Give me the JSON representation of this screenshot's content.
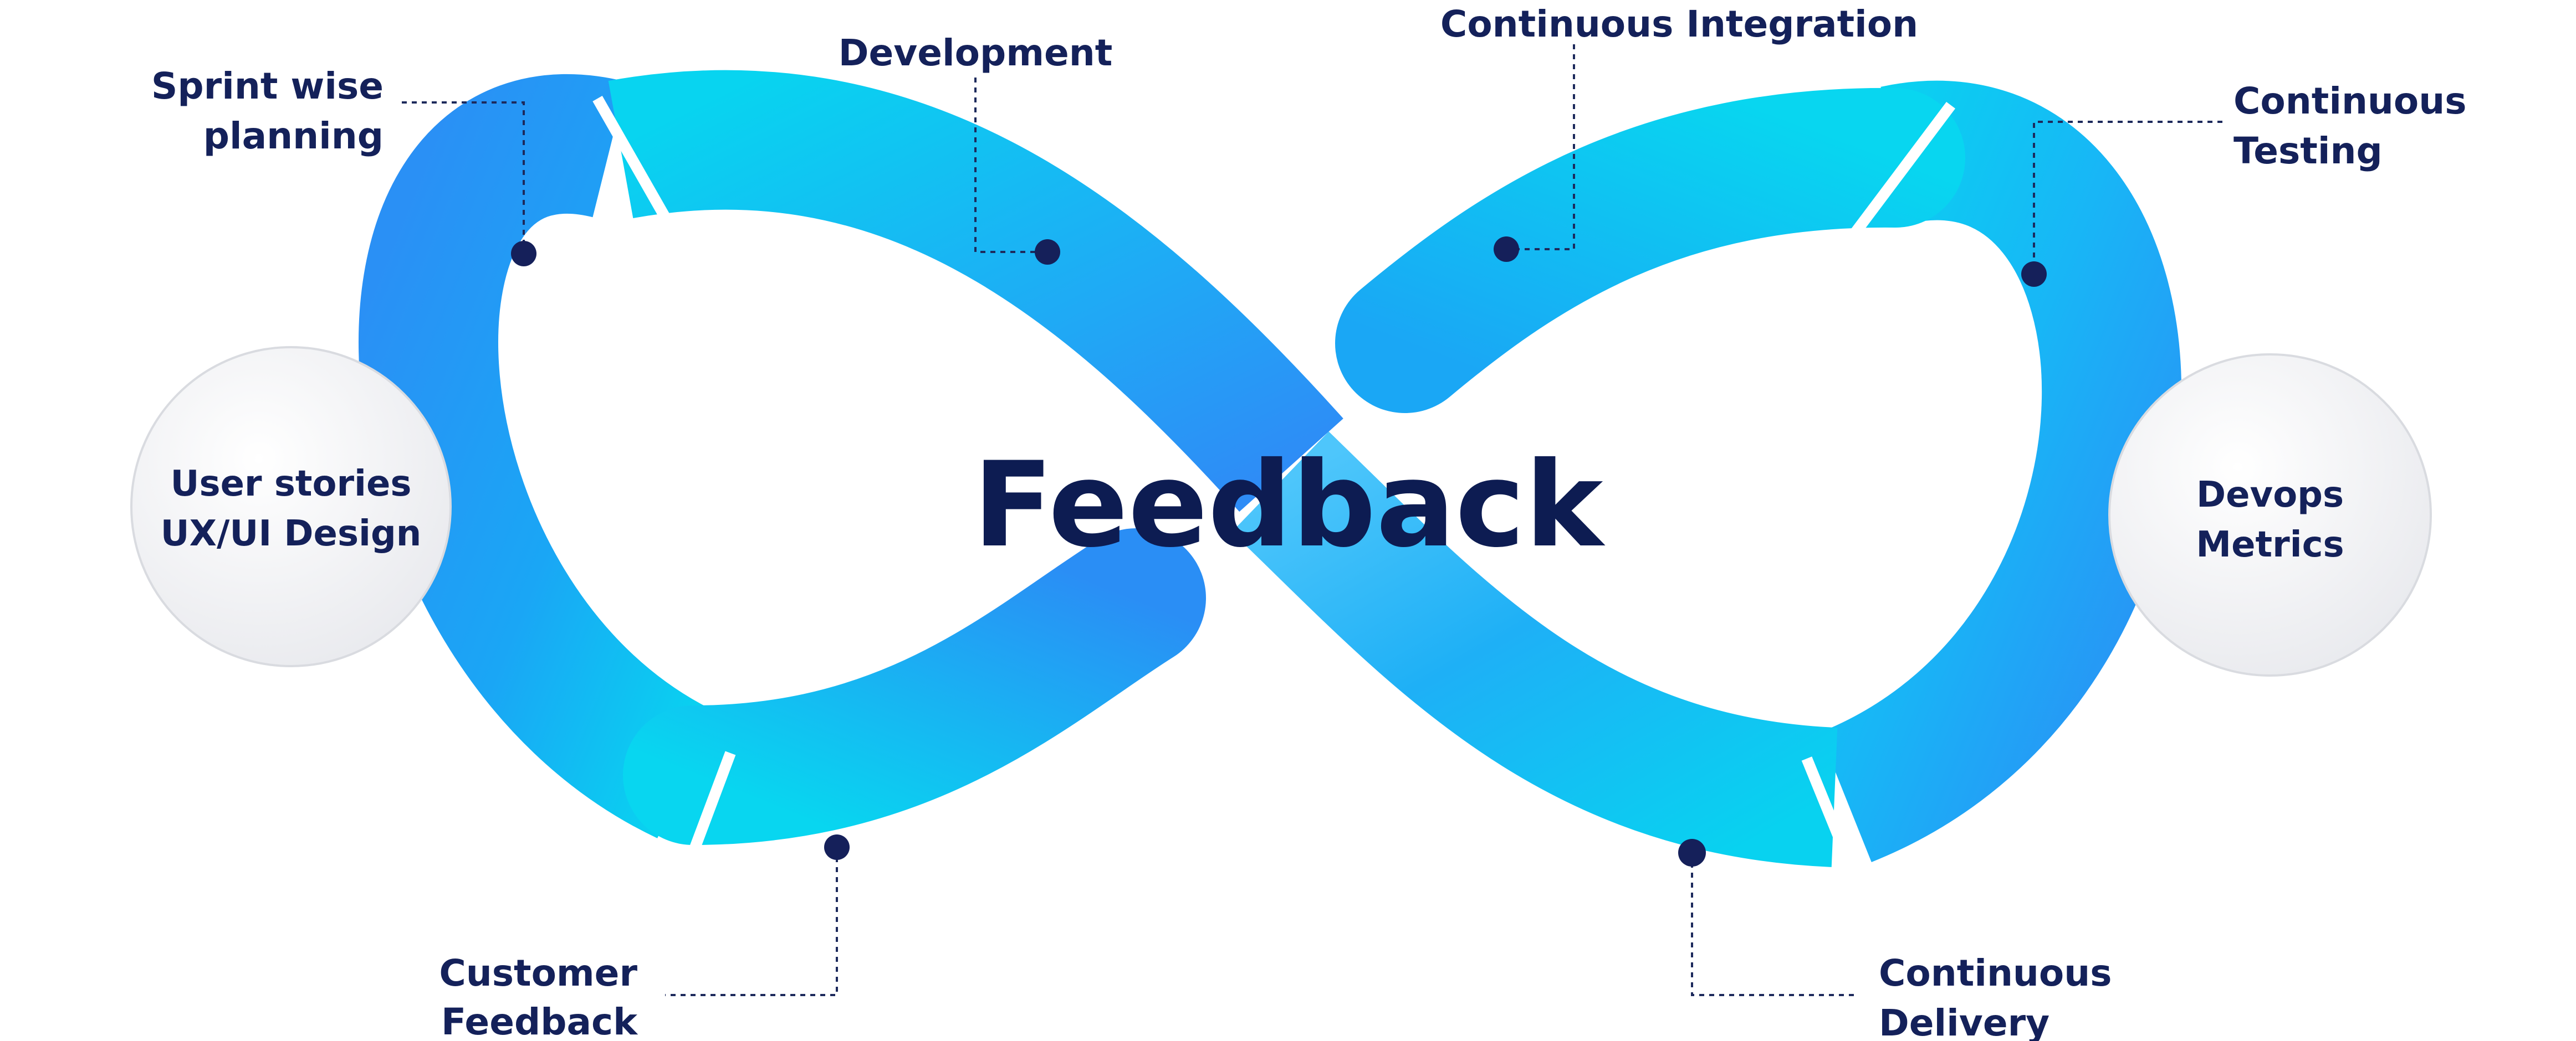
{
  "center_title": "Feedback",
  "stages": {
    "sprint_planning": [
      "Sprint wise",
      "planning"
    ],
    "development": [
      "Development"
    ],
    "continuous_integration": [
      "Continuous Integration"
    ],
    "continuous_testing": [
      "Continuous",
      "Testing"
    ],
    "continuous_delivery": [
      "Continuous",
      "Delivery"
    ],
    "customer_feedback": [
      "Customer",
      "Feedback"
    ]
  },
  "ends": {
    "left": [
      "User stories",
      "UX/UI Design"
    ],
    "right": [
      "Devops",
      "Metrics"
    ]
  },
  "colors": {
    "band_light": "#08d4f0",
    "band_mid": "#19b4f6",
    "band_deep": "#2a90f5",
    "label_text": "#14215a",
    "title_text": "#0d1c52",
    "dot": "#15205a",
    "end_circle_fill": "#f2f3f5",
    "end_circle_border": "#d9dbe0"
  }
}
